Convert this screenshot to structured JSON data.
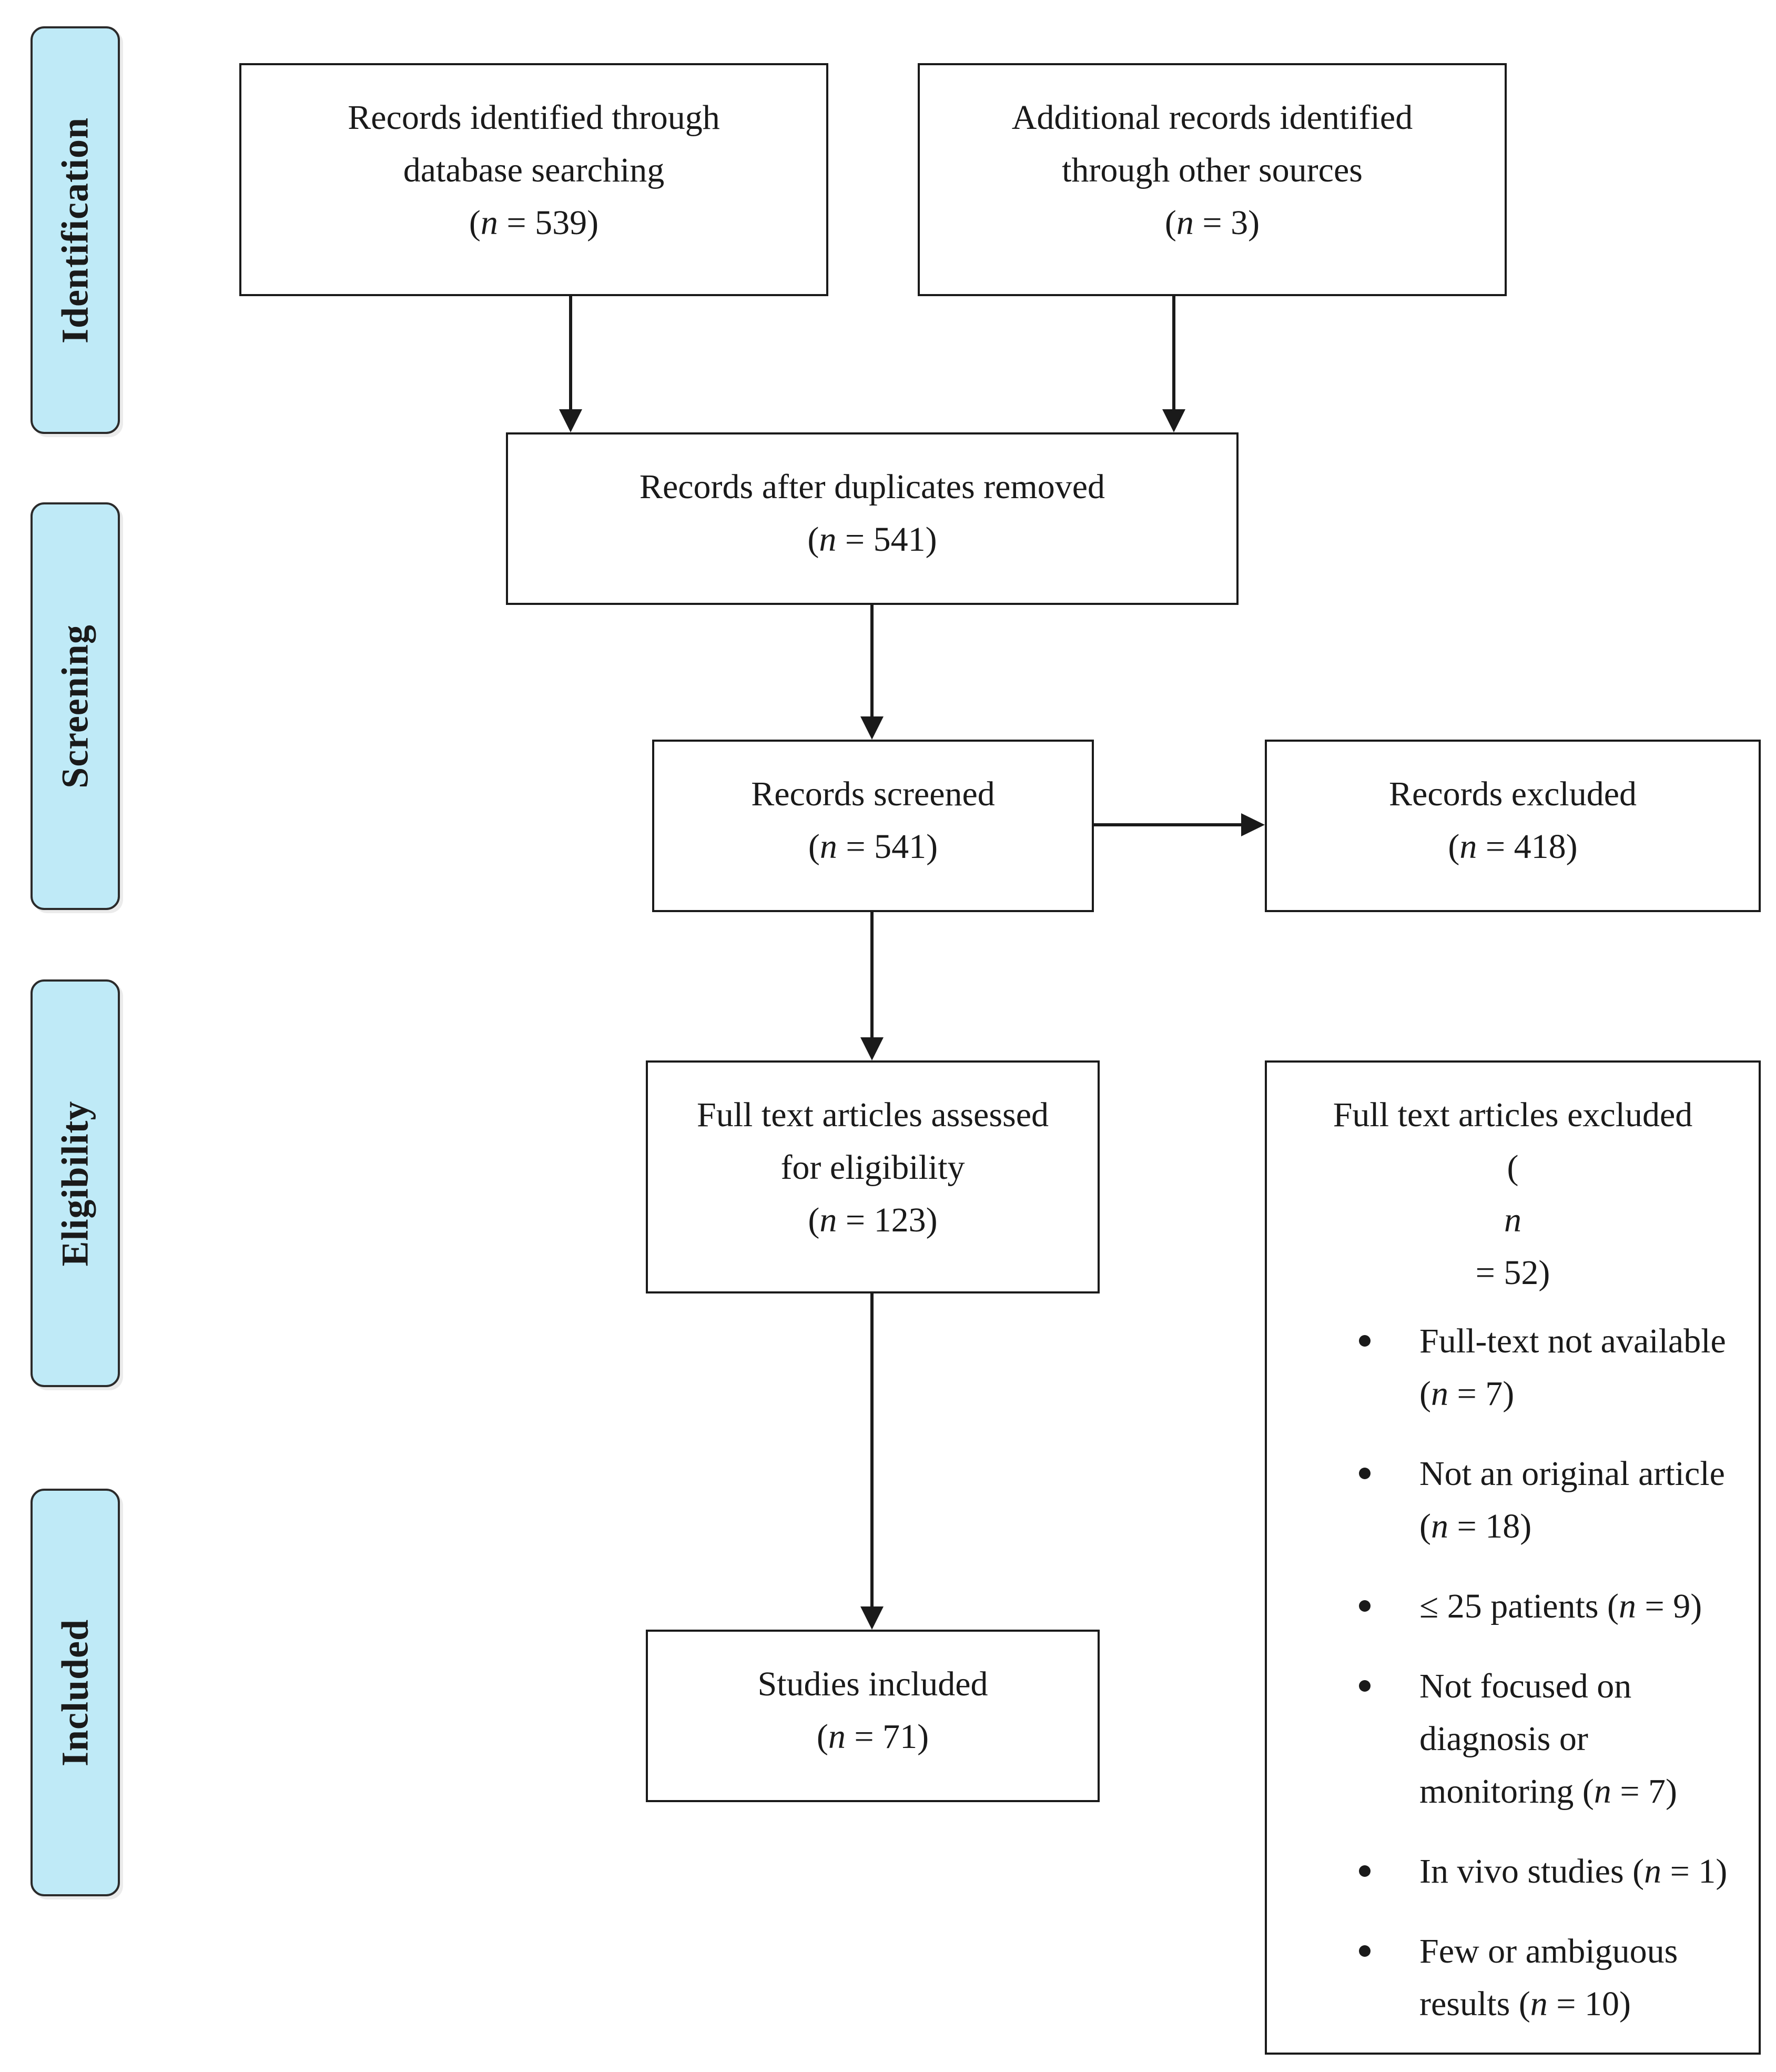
{
  "phases": {
    "identification": "Identification",
    "screening": "Screening",
    "eligibility": "Eligibility",
    "included": "Included"
  },
  "boxes": {
    "database": {
      "lines": [
        "Records identified through",
        "database searching"
      ],
      "n_prefix": "(",
      "n_var": "n",
      "n_text": " = 539)"
    },
    "other": {
      "lines": [
        "Additional records identified",
        "through other sources"
      ],
      "n_prefix": "(",
      "n_var": "n",
      "n_text": " = 3)"
    },
    "duplicates": {
      "lines": [
        "Records after duplicates removed"
      ],
      "n_prefix": "(",
      "n_var": "n",
      "n_text": " = 541)"
    },
    "screened": {
      "lines": [
        "Records screened"
      ],
      "n_prefix": "(",
      "n_var": "n",
      "n_text": " = 541)"
    },
    "excluded": {
      "lines": [
        "Records excluded"
      ],
      "n_prefix": "(",
      "n_var": "n",
      "n_text": " = 418)"
    },
    "fulltext": {
      "lines": [
        "Full text articles assessed",
        "for eligibility"
      ],
      "n_prefix": "(",
      "n_var": "n",
      "n_text": " = 123)"
    },
    "included": {
      "lines": [
        "Studies included"
      ],
      "n_prefix": "(",
      "n_var": "n",
      "n_text": " = 71)"
    }
  },
  "fulltext_excluded": {
    "title": "Full text articles excluded",
    "n_prefix": "(",
    "n_var": "n",
    "n_text": " = 52)",
    "reasons": [
      {
        "text": "Full-text not available (",
        "n": "n",
        "tail": " = 7)"
      },
      {
        "text": "Not an original article (",
        "n": "n",
        "tail": " = 18)"
      },
      {
        "text": "≤ 25 patients (",
        "n": "n",
        "tail": " = 9)"
      },
      {
        "text": "Not focused on diagnosis or monitoring (",
        "n": "n",
        "tail": " = 7)"
      },
      {
        "text": "In vivo studies (",
        "n": "n",
        "tail": " = 1)"
      },
      {
        "text": "Few or ambiguous results (",
        "n": "n",
        "tail": " = 10)"
      }
    ]
  }
}
